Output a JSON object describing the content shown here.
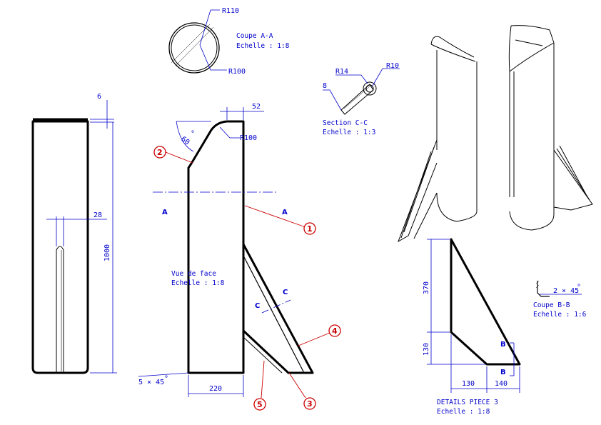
{
  "dimensions": {
    "side_top": "6",
    "side_height": "1000",
    "side_slot": "28",
    "front_top": "52",
    "front_angle": "60",
    "front_radius": "R100",
    "front_chamfer": "5 × 45",
    "front_width": "220",
    "section_a_outer": "R110",
    "section_a_inner": "R100",
    "section_c_r14": "R14",
    "section_c_r10": "R10",
    "section_c_8": "8",
    "piece3_370": "370",
    "piece3_130v": "130",
    "piece3_130h": "130",
    "piece3_140": "140",
    "coupe_b_chamfer": "2 × 45"
  },
  "section_marks": {
    "a": "A",
    "c": "C",
    "b": "B"
  },
  "captions": {
    "coupe_a_title": "Coupe A-A",
    "coupe_a_scale": "Echelle :  1:8",
    "section_c_title": "Section C-C",
    "section_c_scale": "Echelle :  1:3",
    "front_title": "Vue de face",
    "front_scale": "Echelle :  1:8",
    "coupe_b_title": "Coupe B-B",
    "coupe_b_scale": "Echelle :  1:6",
    "piece3_title": "DETAILS PIECE 3",
    "piece3_scale": "Echelle :  1:8"
  },
  "balloons": [
    "1",
    "2",
    "3",
    "4",
    "5"
  ],
  "colors": {
    "dimension": "#0000cc",
    "balloon": "#cc0000",
    "outline": "#000000"
  }
}
